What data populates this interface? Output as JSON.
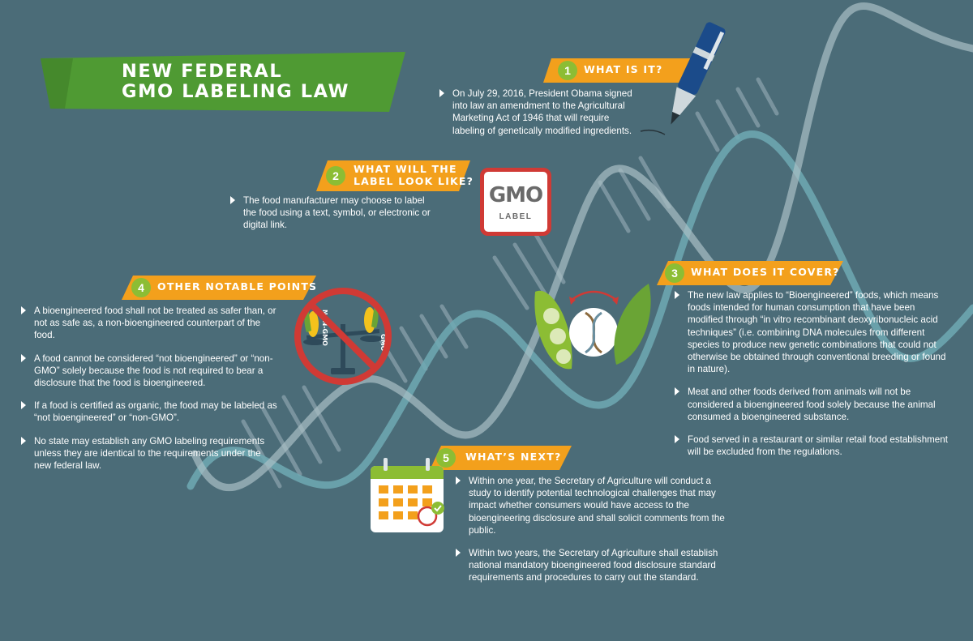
{
  "title": {
    "line1": "NEW FEDERAL",
    "line2": "GMO LABELING LAW"
  },
  "colors": {
    "background": "#4b6c78",
    "banner_green": "#4f9a33",
    "ribbon_orange": "#f3a01c",
    "number_green": "#8cbd34",
    "stop_red": "#d03a35"
  },
  "sections": {
    "what": {
      "number": "1",
      "heading": "WHAT IS IT?",
      "bullets": [
        "On July 29, 2016, President Obama signed into law an amendment to the Agricultural Marketing Act of 1946 that will require labeling of genetically modified ingredients."
      ]
    },
    "label": {
      "number": "2",
      "heading_line1": "WHAT WILL THE",
      "heading_line2": "LABEL LOOK LIKE?",
      "bullets": [
        "The food manufacturer may choose to label the food using a text, symbol, or electronic or digital link."
      ],
      "badge_big": "GMO",
      "badge_small": "LABEL"
    },
    "cover": {
      "number": "3",
      "heading": "WHAT DOES IT COVER?",
      "bullets": [
        "The new law applies to “Bioengineered” foods, which means foods intended for human consumption that have been modified through “in vitro recombinant deoxyribonucleic acid techniques” (i.e. combining DNA molecules from different species to produce new genetic combinations that could not otherwise be obtained through conventional breeding or found in nature).",
        "Meat and other foods derived from animals will not be considered a bioengineered food solely because the animal consumed a bioengineered substance.",
        "Food served in a restaurant or similar retail food establishment will be excluded from the regulations."
      ]
    },
    "other": {
      "number": "4",
      "heading": "OTHER NOTABLE POINTS",
      "bullets": [
        "A bioengineered food shall not be treated as safer than, or not as safe as, a non-bioengineered counterpart of the food.",
        "A food cannot be considered “not bioengineered” or “non-GMO” solely because the food is not required to bear a disclosure that the food is bioengineered.",
        "If a food is certified as organic, the food may be labeled as “not bioengineered” or “non-GMO”.",
        "No state may establish any GMO labeling requirements unless they are identical to the requirements under the new federal law."
      ],
      "scale_left_label": "NON-GMO",
      "scale_right_label": "GMO"
    },
    "next": {
      "number": "5",
      "heading": "WHAT’S NEXT?",
      "bullets": [
        "Within one year, the Secretary of Agriculture will conduct a study to identify potential technological challenges that may impact whether consumers would have access to the bioengineering disclosure and shall solicit comments from the public.",
        "Within two years, the Secretary of Agriculture shall establish national mandatory bioengineered food disclosure standard requirements and procedures to carry out the standard."
      ]
    }
  },
  "icons": [
    "pen-icon",
    "gmo-label-icon",
    "no-gmo-scale-icon",
    "soybean-pod-icon",
    "dna-icon",
    "leaf-icon",
    "calendar-icon",
    "checkmark-icon"
  ]
}
